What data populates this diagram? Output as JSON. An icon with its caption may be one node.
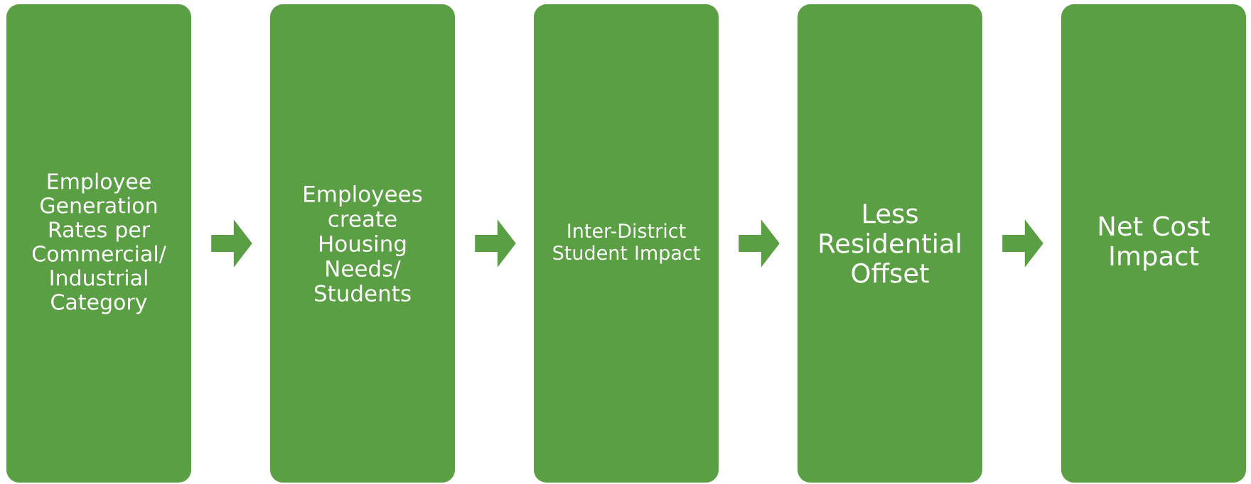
{
  "diagram": {
    "nodes": [
      {
        "text": [
          "Employee Generation Rates per Commercial/ Industrial Category"
        ]
      },
      {
        "text": [
          "Employees create Housing Needs/ Students"
        ]
      },
      {
        "text": [
          "Inter-District Student Impact"
        ]
      },
      {
        "text": [
          "Less Residential Offset"
        ]
      },
      {
        "text": [
          "Net Cost Impact"
        ]
      }
    ],
    "edges": [
      {
        "from": 0,
        "to": 1,
        "arrow": "to"
      },
      {
        "from": 1,
        "to": 2,
        "arrow": "to"
      },
      {
        "from": 2,
        "to": 3,
        "arrow": "to"
      },
      {
        "from": 3,
        "to": 4,
        "arrow": "to"
      }
    ]
  }
}
